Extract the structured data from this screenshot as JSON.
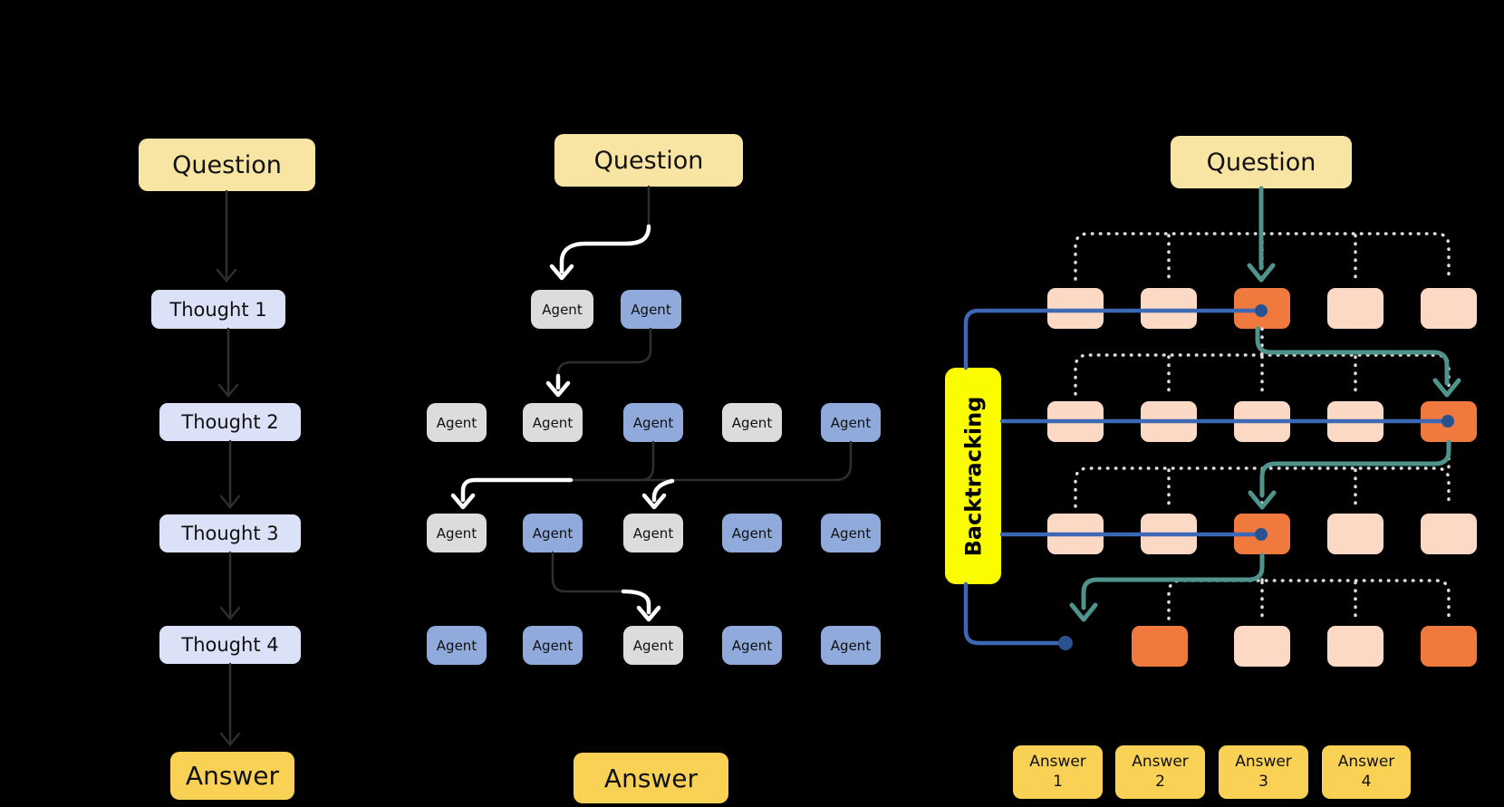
{
  "figure": {
    "left_panel": {
      "question": "Question",
      "thoughts": [
        "Thought 1",
        "Thought 2",
        "Thought 3",
        "Thought 4"
      ],
      "answer": "Answer"
    },
    "middle_panel": {
      "question": "Question",
      "agent_label": "Agent",
      "answer": "Answer"
    },
    "right_panel": {
      "question": "Question",
      "backtracking_label": "Backtracking",
      "answers": [
        {
          "line1": "Answer",
          "line2": "1"
        },
        {
          "line1": "Answer",
          "line2": "2"
        },
        {
          "line1": "Answer",
          "line2": "3"
        },
        {
          "line1": "Answer",
          "line2": "4"
        }
      ]
    },
    "colors": {
      "background": "#000000",
      "question_fill": "#F9E5A3",
      "answer_fill": "#F9D155",
      "thought_fill": "#DBE1F6",
      "agent_gray": "#DCDCDC",
      "agent_blue": "#8FAADB",
      "node_peach": "#FBD9C4",
      "node_orange": "#F0793E",
      "backtracking_fill": "#FCFC00",
      "teal_arrow": "#4E948C",
      "blue_line": "#3D68B5",
      "blue_dot": "#2B5290",
      "dotted_line": "#DDDDDD",
      "white_arrow": "#FFFFFF"
    }
  }
}
